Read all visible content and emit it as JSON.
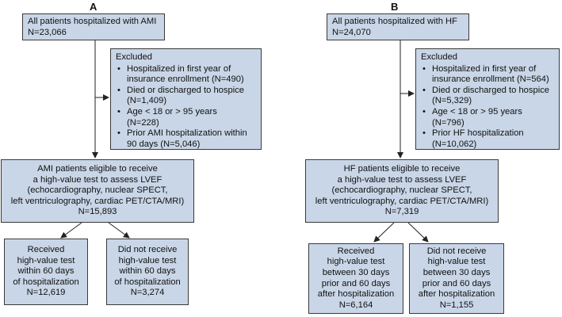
{
  "panels": [
    {
      "label": "A",
      "top_box": {
        "line1": "All patients hospitalized with AMI",
        "line2": "N=23,066"
      },
      "excluded": {
        "heading": "Excluded",
        "items": [
          [
            "Hospitalized in first year of",
            "insurance enrollment (N=490)"
          ],
          [
            "Died or discharged to hospice",
            "(N=1,409)"
          ],
          [
            "Age < 18 or > 95 years",
            "(N=228)"
          ],
          [
            "Prior AMI hospitalization within",
            "90 days (N=5,046)"
          ]
        ]
      },
      "eligible_box": [
        "AMI patients eligible to receive",
        "a high-value test to assess LVEF",
        "(echocardiography, nuclear SPECT,",
        "left ventriculography, cardiac PET/CTA/MRI)",
        "N=15,893"
      ],
      "received_box": [
        "Received",
        "high-value test",
        "within 60 days",
        "of hospitalization",
        "N=12,619"
      ],
      "not_received_box": [
        "Did not receive",
        "high-value test",
        "within 60 days",
        "of hospitalization",
        "N=3,274"
      ]
    },
    {
      "label": "B",
      "top_box": {
        "line1": "All patients hospitalized with HF",
        "line2": "N=24,070"
      },
      "excluded": {
        "heading": "Excluded",
        "items": [
          [
            "Hospitalized in first year of",
            "insurance enrollment (N=564)"
          ],
          [
            "Died or discharged to hospice",
            "(N=5,329)"
          ],
          [
            "Age < 18 or > 95 years",
            "(N=796)"
          ],
          [
            "Prior HF hospitalization",
            "(N=10,062)"
          ]
        ]
      },
      "eligible_box": [
        "HF patients eligible to receive",
        "a high-value test to assess LVEF",
        "(echocardiography, nuclear SPECT,",
        "left ventriculography, cardiac PET/CTA/MRI)",
        "N=7,319"
      ],
      "received_box": [
        "Received",
        "high-value test",
        "between 30 days",
        "prior and 60 days",
        "after hospitalization",
        "N=6,164"
      ],
      "not_received_box": [
        "Did not receive",
        "high-value test",
        "between 30 days",
        "prior and 60 days",
        "after hospitalization",
        "N=1,155"
      ]
    }
  ]
}
